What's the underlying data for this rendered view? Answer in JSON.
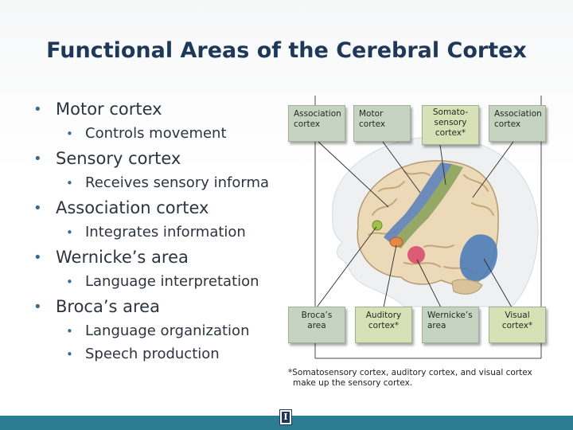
{
  "slide": {
    "title": "Functional Areas of the Cerebral Cortex"
  },
  "bullets": [
    {
      "text": "Motor cortex",
      "subs": [
        "Controls movement"
      ]
    },
    {
      "text": "Sensory cortex",
      "subs": [
        "Receives sensory informa"
      ]
    },
    {
      "text": "Association cortex",
      "subs": [
        "Integrates information"
      ]
    },
    {
      "text": "Wernicke’s area",
      "subs": [
        "Language interpretation"
      ]
    },
    {
      "text": "Broca’s area",
      "subs": [
        "Language organization",
        "Speech production"
      ]
    }
  ],
  "figure": {
    "top_labels": [
      {
        "line1": "Association",
        "line2": "cortex",
        "line3": ""
      },
      {
        "line1": "Motor",
        "line2": "cortex",
        "line3": ""
      },
      {
        "line1": "Somato-",
        "line2": "sensory",
        "line3": "cortex*"
      },
      {
        "line1": "Association",
        "line2": "cortex",
        "line3": ""
      }
    ],
    "bottom_labels": [
      {
        "line1": "Broca’s",
        "line2": "area"
      },
      {
        "line1": "Auditory",
        "line2": "cortex*"
      },
      {
        "line1": "Wernicke’s",
        "line2": "area"
      },
      {
        "line1": "Visual",
        "line2": "cortex*"
      }
    ],
    "footnote_line1": "*Somatosensory cortex, auditory cortex, and visual cortex",
    "footnote_line2": "make up the sensory cortex."
  },
  "colors": {
    "title": "#1f3858",
    "footer": "#2c7d93",
    "motor_cortex": "#5b7fb8",
    "somatosensory_cortex": "#8aa35c",
    "visual_cortex": "#4d7db8",
    "brocas_area": "#9cc24a",
    "auditory_cortex": "#e3874a",
    "wernickes_area": "#d9446a"
  },
  "footer": {
    "logo_letter": "I"
  }
}
